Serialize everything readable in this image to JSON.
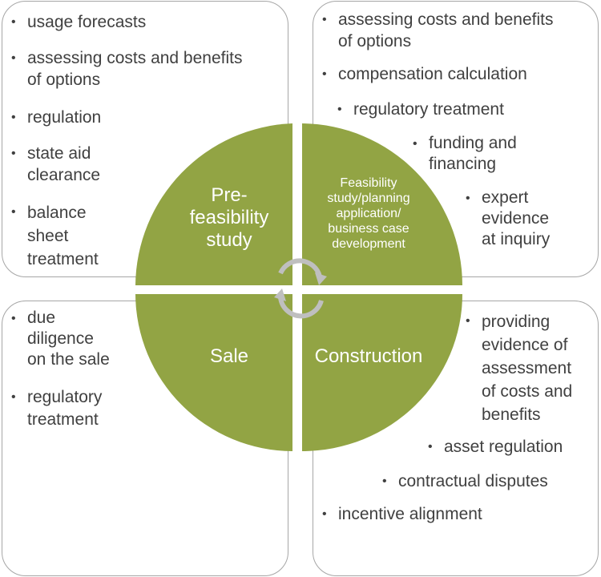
{
  "colors": {
    "wheel": "#92a444",
    "box_border": "#a6a6a6",
    "text": "#404040",
    "cycle_icon": "#bfbfbf"
  },
  "top_left": {
    "items": [
      "usage forecasts",
      "assessing costs and benefits\nof options",
      "regulation",
      "state aid\nclearance",
      "balance\nsheet\ntreatment"
    ]
  },
  "top_right": {
    "items": [
      "assessing costs and benefits\nof options",
      "compensation calculation",
      "regulatory treatment",
      "funding and\nfinancing",
      "expert\nevidence\nat inquiry"
    ]
  },
  "bottom_left": {
    "items": [
      "due\ndiligence\non the sale",
      "regulatory\ntreatment"
    ]
  },
  "bottom_right": {
    "items": [
      "providing\nevidence of\nassessment\nof costs and\nbenefits",
      "asset regulation",
      "contractual disputes",
      "incentive alignment"
    ]
  },
  "wheel": {
    "pre_feasibility": "Pre-\nfeasibility\nstudy",
    "feasibility": "Feasibility\nstudy/planning\napplication/\nbusiness case\ndevelopment",
    "sale": "Sale",
    "construction": "Construction"
  },
  "bullet_char": "•"
}
